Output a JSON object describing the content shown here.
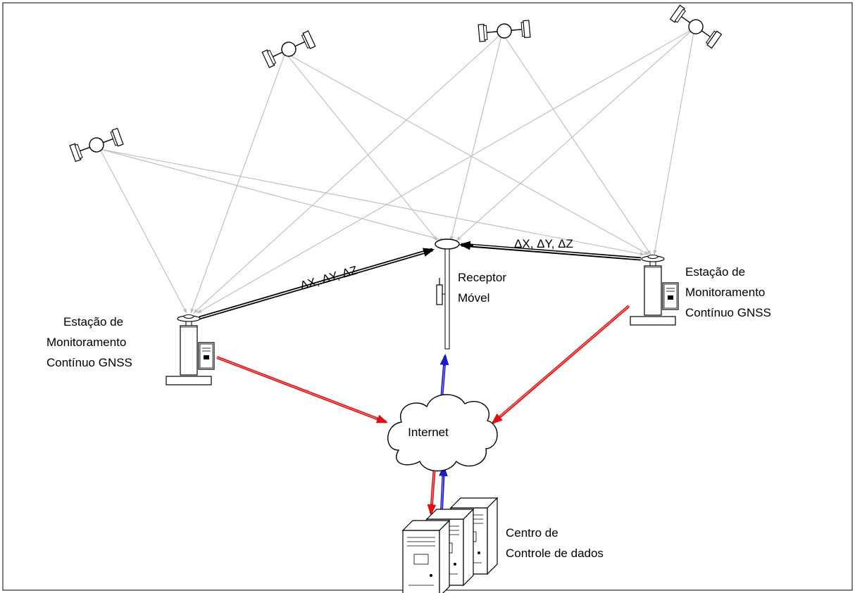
{
  "labels": {
    "delta_left": "ΔX, ΔY, ΔZ",
    "delta_right": "ΔX, ΔY, ΔZ",
    "rover": [
      "Receptor",
      "Móvel"
    ],
    "station_left": [
      "Estação de",
      "Monitoramento",
      "Contínuo GNSS"
    ],
    "station_right": [
      "Estação de",
      "Monitoramento",
      "Contínuo GNSS"
    ],
    "internet": "Internet",
    "control_center": [
      "Centro de",
      "Controle de dados"
    ]
  },
  "colors": {
    "signal": "#c0c0c0",
    "correction": "#000000",
    "upload": "#e01010",
    "download": "#1a1ad0"
  }
}
